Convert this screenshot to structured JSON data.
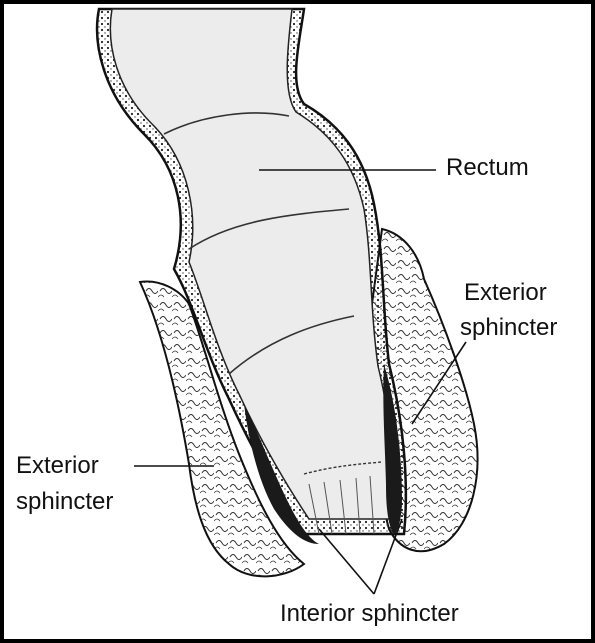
{
  "labels": {
    "rectum": "Rectum",
    "exterior_right_line1": "Exterior",
    "exterior_right_line2": "sphincter",
    "exterior_left_line1": "Exterior",
    "exterior_left_line2": "sphincter",
    "interior": "Interior sphincter"
  },
  "colors": {
    "border": "#000000",
    "background": "#ffffff",
    "ink": "#111111",
    "wall_fill": "#e9e9e9",
    "muscle_fill": "#f4f4f4"
  }
}
